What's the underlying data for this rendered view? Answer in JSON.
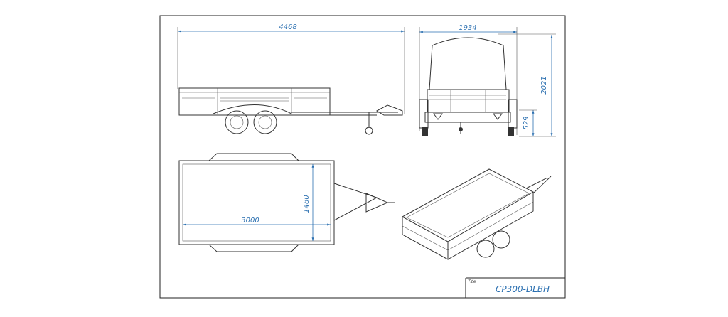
{
  "drawing": {
    "dimensions": {
      "overall_length": "4468",
      "overall_width": "1934",
      "overall_height": "2021",
      "drawbar_height": "529",
      "bed_length": "3000",
      "bed_width": "1480"
    },
    "title_block": {
      "label": "Title",
      "value": "CP300-DLBH"
    },
    "colors": {
      "dimension": "#2a6fb0",
      "line": "#333333"
    }
  }
}
